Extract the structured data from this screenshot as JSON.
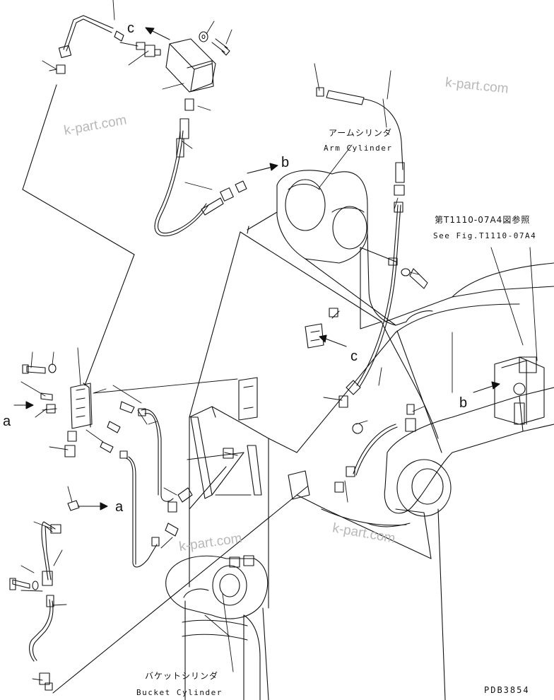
{
  "labels": {
    "arm_cylinder_jp": "アームシリンダ",
    "arm_cylinder_en": "Arm Cylinder",
    "bucket_cylinder_jp": "バケットシリンダ",
    "bucket_cylinder_en": "Bucket Cylinder",
    "see_fig_jp": "第T1110-07A4図参照",
    "see_fig_en": "See Fig.T1110-07A4",
    "drawing_code": "PDB3854"
  },
  "callouts": {
    "a": "a",
    "b": "b",
    "c": "c"
  },
  "watermarks": [
    "k-part.com",
    "k-part.com",
    "k-part.com",
    "k-part.com"
  ],
  "colors": {
    "line": "#111111",
    "watermark": "#b8b8b8",
    "background": "#ffffff"
  }
}
